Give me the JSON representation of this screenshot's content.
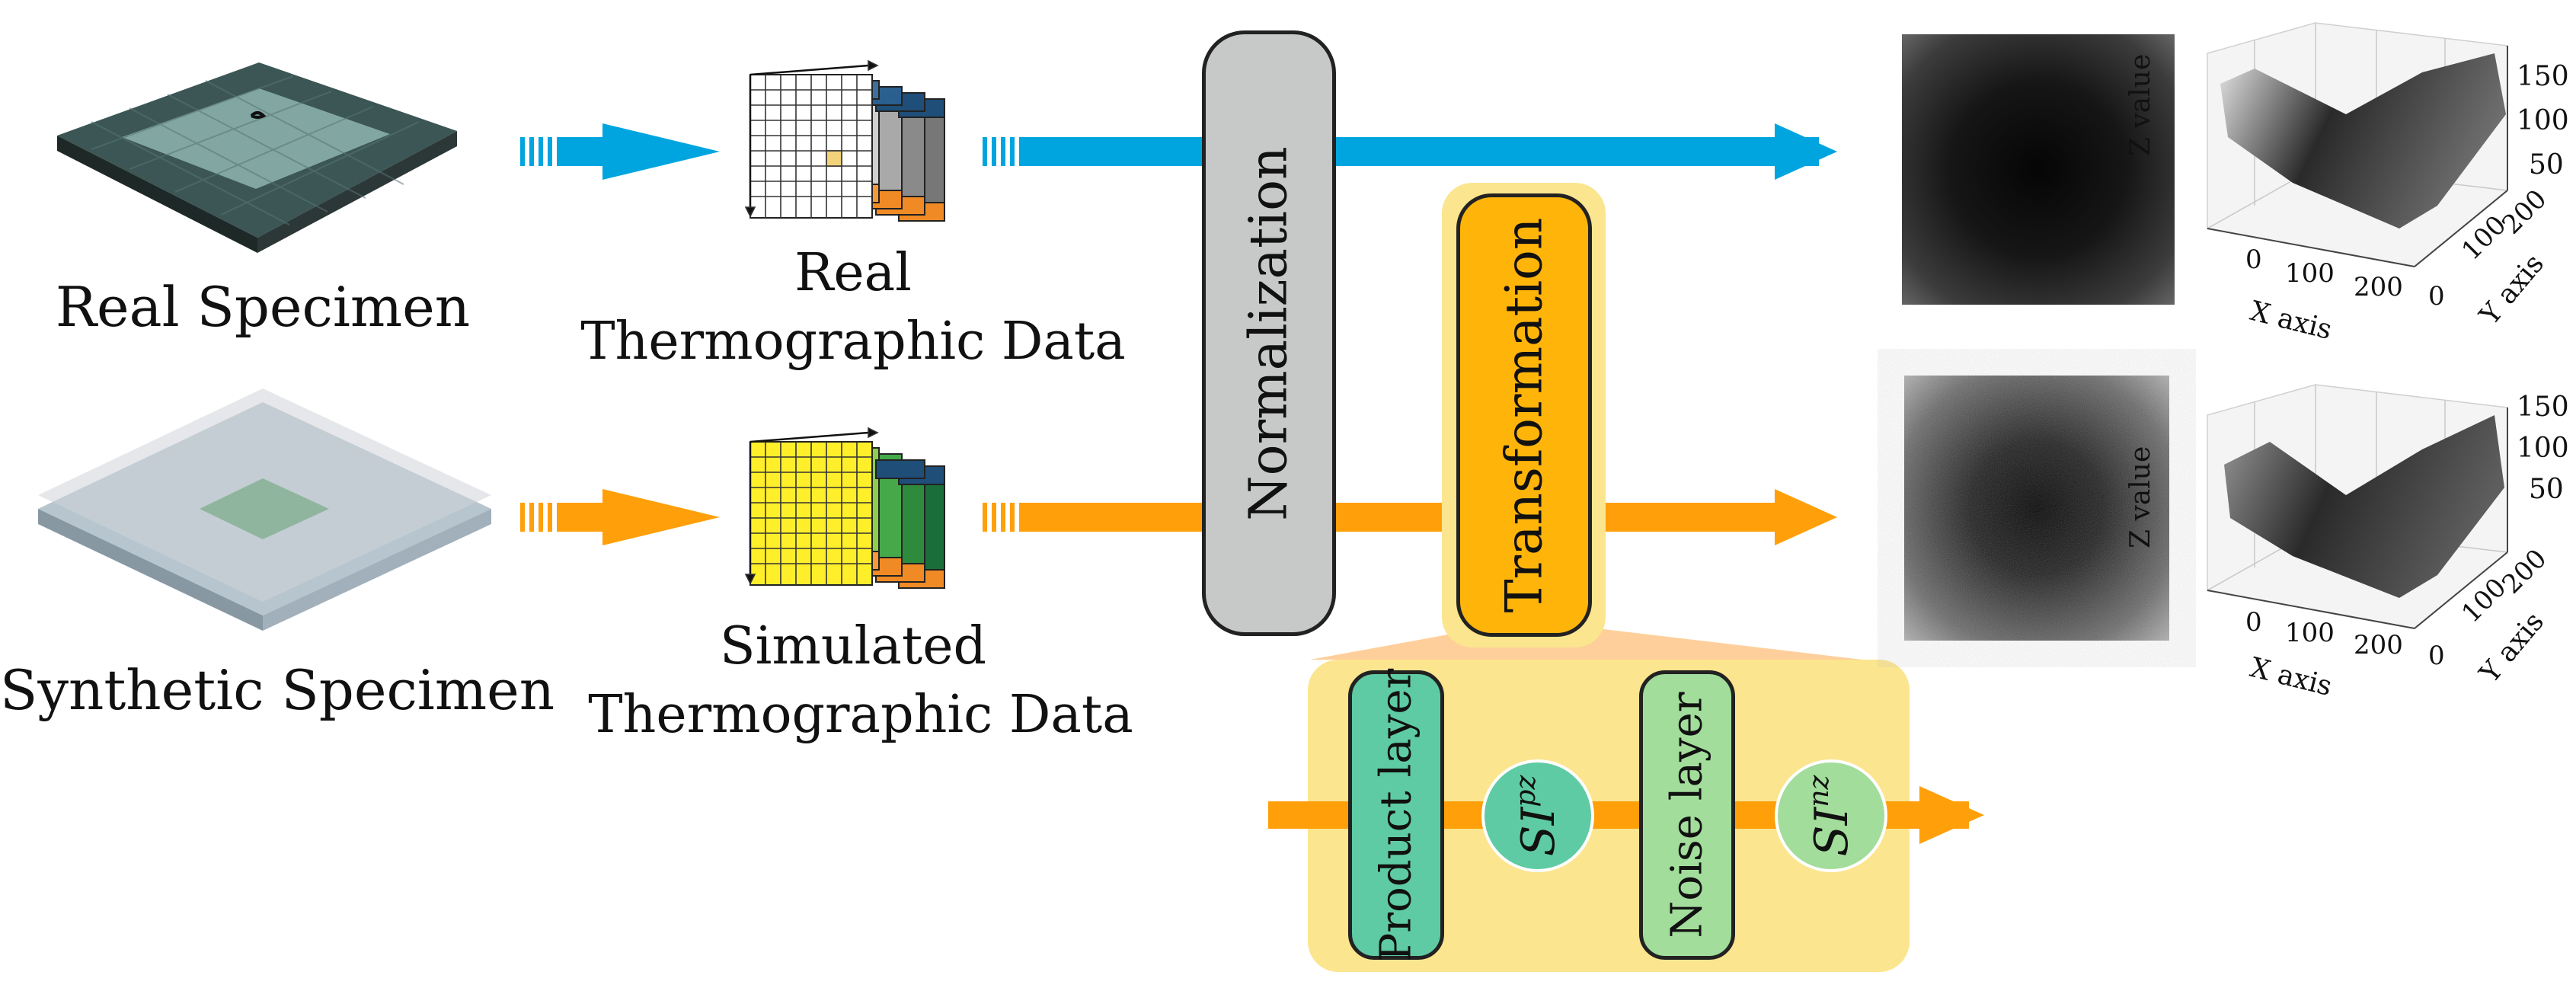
{
  "labels": {
    "real_specimen": "Real Specimen",
    "synthetic_specimen": "Synthetic Specimen",
    "real_data_line1": "Real",
    "real_data_line2": "Thermographic Data",
    "sim_data_line1": "Simulated",
    "sim_data_line2": "Thermographic Data",
    "normalization": "Normalization",
    "transformation": "Transformation",
    "product_layer": "Product layer",
    "noise_layer": "Noise layer",
    "si_pz_base": "SI",
    "si_pz_sup": "pz",
    "si_nz_base": "SI",
    "si_nz_sup": "nz"
  },
  "plot3d": {
    "z_label": "Z value",
    "x_label": "X axis",
    "y_label": "Y axis",
    "z_ticks": [
      "150",
      "100",
      "50"
    ],
    "x_ticks": [
      "0",
      "100",
      "200"
    ],
    "y_ticks": [
      "0",
      "100",
      "200"
    ]
  },
  "colors": {
    "blue": "#00A5DF",
    "orange": "#FF9F0A",
    "normalization_fill": "#C7C8C8",
    "transformation_fill": "#FFB40A",
    "transformation_halo": "#FBE58E",
    "product_layer_fill": "#5ECBA4",
    "noise_layer_fill": "#A2DD9B"
  }
}
